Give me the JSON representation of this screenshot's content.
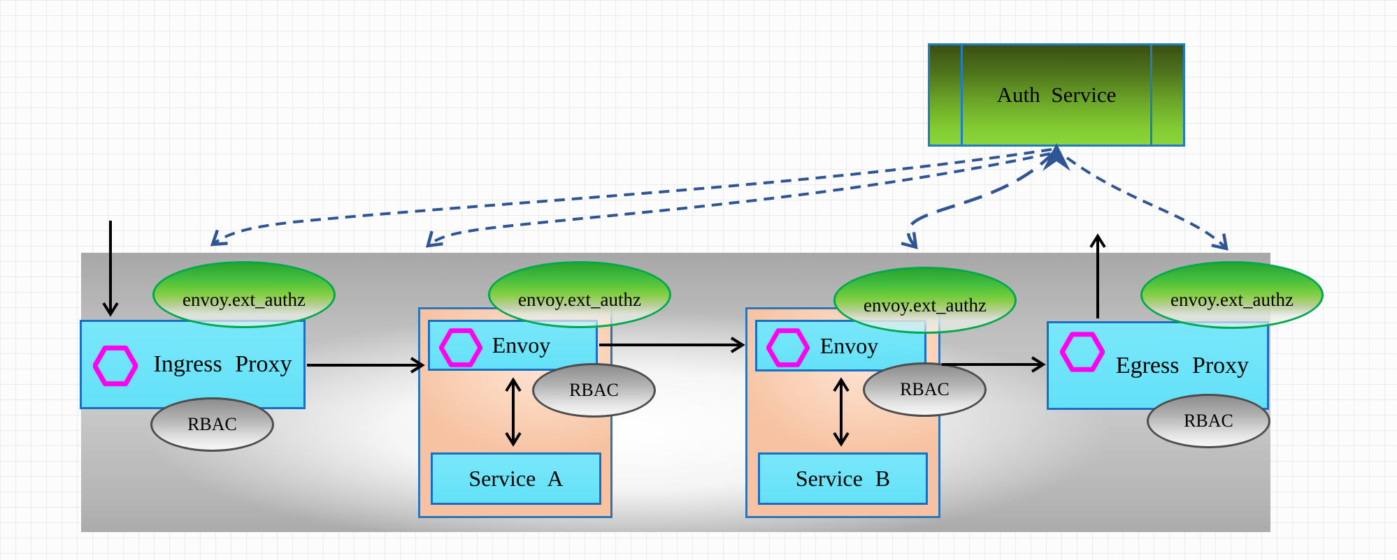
{
  "diagram": {
    "labels": {
      "auth": "Auth Service",
      "ingress": "Ingress Proxy",
      "egress": "Egress Proxy",
      "envoy": "Envoy",
      "service_a": "Service A",
      "service_b": "Service B",
      "ext_authz": "envoy.ext_authz",
      "rbac": "RBAC"
    },
    "colors": {
      "node_cyan_fill": "#6fe3f9",
      "node_blue_border": "#1b6fc0",
      "pod_peach_fill": "#fad2b8",
      "pod_border": "#2e75b6",
      "filter_green_fill": "#3fbb3f",
      "filter_green_border": "#00a94c",
      "auth_green_dark": "#394f12",
      "auth_green_light": "#8bd63c",
      "rbac_gray_fill": "#b3b3b3",
      "rbac_gray_border": "#4d4d4d",
      "envoy_logo_magenta": "#ff00f0",
      "dashed_arrow_blue": "#2f5597",
      "solid_arrow_black": "#000000"
    },
    "edges": [
      {
        "from": "external-client",
        "to": "ingress-proxy",
        "style": "solid-black"
      },
      {
        "from": "ingress-proxy",
        "to": "envoy-a",
        "style": "solid-black"
      },
      {
        "from": "envoy-a",
        "to": "service-a",
        "style": "double-headed-black"
      },
      {
        "from": "envoy-a",
        "to": "envoy-b",
        "style": "solid-black"
      },
      {
        "from": "envoy-b",
        "to": "service-b",
        "style": "double-headed-black"
      },
      {
        "from": "pod-b",
        "to": "egress-proxy",
        "style": "solid-black"
      },
      {
        "from": "egress-proxy",
        "to": "external",
        "style": "solid-black"
      },
      {
        "from": "ext-authz-ingress",
        "to": "auth-service",
        "style": "dashed-blue"
      },
      {
        "from": "ext-authz-pod-a",
        "to": "auth-service",
        "style": "dashed-blue"
      },
      {
        "from": "ext-authz-pod-b",
        "to": "auth-service",
        "style": "dashed-blue-long"
      },
      {
        "from": "auth-service",
        "to": "ext-authz-egress",
        "style": "dashed-blue"
      }
    ]
  }
}
